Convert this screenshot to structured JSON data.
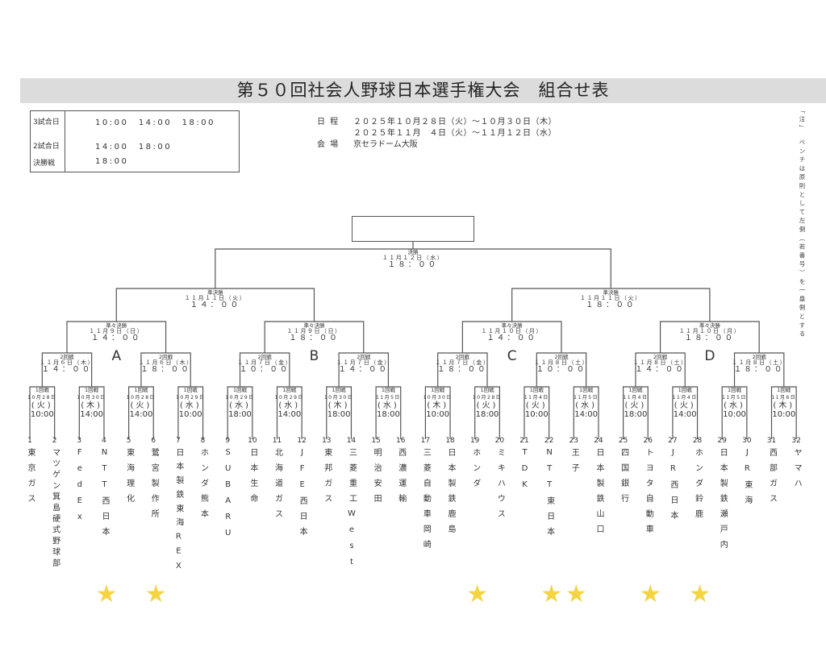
{
  "title": "第５０回社会人野球日本選手権大会　組合せ表",
  "schedule": [
    {
      "label": "3試合日",
      "times": "10:00　14:00　18:00"
    },
    {
      "label": "2試合日",
      "times": "14:00　18:00"
    },
    {
      "label": "決勝戦",
      "times": "18:00"
    }
  ],
  "info": {
    "dates_label": "日 程",
    "dates_1": "２０２５年１０月２８日（火）～１０月３０日（木）",
    "dates_2": "２０２５年１１月　４日（火）～１１月１２日（水）",
    "venue_label": "会 場",
    "venue": "京セラドーム大阪"
  },
  "note": "「注」　ベンチは原則として左側（若番号）を一塁側とする",
  "final": {
    "round": "決勝",
    "date": "１１月１２日（水）",
    "time": "１８：００"
  },
  "semifinals": [
    {
      "round": "準決勝",
      "date": "１１月１１日（火）",
      "time": "１４：００"
    },
    {
      "round": "準決勝",
      "date": "１１月１１日（火）",
      "time": "１８：００"
    }
  ],
  "quarterfinals": [
    {
      "round": "準々決勝",
      "date": "１１月９日（日）",
      "time": "１４：００"
    },
    {
      "round": "準々決勝",
      "date": "１１月９日（日）",
      "time": "１８：００"
    },
    {
      "round": "準々決勝",
      "date": "１１月１０日（月）",
      "time": "１４：００"
    },
    {
      "round": "準々決勝",
      "date": "１１月１０日（月）",
      "time": "１８：００"
    }
  ],
  "regions": [
    "A",
    "B",
    "C",
    "D"
  ],
  "round2": [
    {
      "round": "2回戦",
      "date": "１１月６日（木）",
      "time": "１４：００"
    },
    {
      "round": "2回戦",
      "date": "１１月６日（木）",
      "time": "１８：００"
    },
    {
      "round": "2回戦",
      "date": "１１月７日（金）",
      "time": "１０：００"
    },
    {
      "round": "2回戦",
      "date": "１１月７日（金）",
      "time": "１４：００"
    },
    {
      "round": "2回戦",
      "date": "１１月７日（金）",
      "time": "１８：００"
    },
    {
      "round": "2回戦",
      "date": "１１月８日（土）",
      "time": "１０：００"
    },
    {
      "round": "2回戦",
      "date": "１１月８日（土）",
      "time": "１４：００"
    },
    {
      "round": "2回戦",
      "date": "１１月８日（土）",
      "time": "１８：００"
    }
  ],
  "round1": [
    {
      "round": "1回戦",
      "date": "10月28日",
      "day": "(火)",
      "time": "10:00"
    },
    {
      "round": "1回戦",
      "date": "10月30日",
      "day": "(木)",
      "time": "14:00"
    },
    {
      "round": "1回戦",
      "date": "10月28日",
      "day": "(火)",
      "time": "14:00"
    },
    {
      "round": "1回戦",
      "date": "10月29日",
      "day": "(水)",
      "time": "10:00"
    },
    {
      "round": "1回戦",
      "date": "10月29日",
      "day": "(水)",
      "time": "18:00"
    },
    {
      "round": "1回戦",
      "date": "10月29日",
      "day": "(水)",
      "time": "14:00"
    },
    {
      "round": "1回戦",
      "date": "10月30日",
      "day": "(木)",
      "time": "18:00"
    },
    {
      "round": "1回戦",
      "date": "11月5日",
      "day": "(水)",
      "time": "18:00"
    },
    {
      "round": "1回戦",
      "date": "10月30日",
      "day": "(木)",
      "time": "10:00"
    },
    {
      "round": "1回戦",
      "date": "10月28日",
      "day": "(火)",
      "time": "18:00"
    },
    {
      "round": "1回戦",
      "date": "11月4日",
      "day": "(火)",
      "time": "10:00"
    },
    {
      "round": "1回戦",
      "date": "11月5日",
      "day": "(水)",
      "time": "14:00"
    },
    {
      "round": "1回戦",
      "date": "11月4日",
      "day": "(火)",
      "time": "18:00"
    },
    {
      "round": "1回戦",
      "date": "11月4日",
      "day": "(火)",
      "time": "14:00"
    },
    {
      "round": "1回戦",
      "date": "11月5日",
      "day": "(水)",
      "time": "10:00"
    },
    {
      "round": "1回戦",
      "date": "11月6日",
      "day": "(木)",
      "time": "10:00"
    }
  ],
  "teams": [
    {
      "no": "1",
      "name": "東京ガス"
    },
    {
      "no": "2",
      "name": "マツゲン箕島硬式野球部"
    },
    {
      "no": "3",
      "name": "FedEx"
    },
    {
      "no": "4",
      "name": "NTT西日本"
    },
    {
      "no": "5",
      "name": "東海理化"
    },
    {
      "no": "6",
      "name": "鷺宮製作所"
    },
    {
      "no": "7",
      "name": "日本製鉄東海REX"
    },
    {
      "no": "8",
      "name": "ホンダ熊本"
    },
    {
      "no": "9",
      "name": "SUBARU"
    },
    {
      "no": "10",
      "name": "日本生命"
    },
    {
      "no": "11",
      "name": "北海道ガス"
    },
    {
      "no": "12",
      "name": "JFE西日本"
    },
    {
      "no": "13",
      "name": "東邦ガス"
    },
    {
      "no": "14",
      "name": "三菱重工West"
    },
    {
      "no": "15",
      "name": "明治安田"
    },
    {
      "no": "16",
      "name": "西濃運輸"
    },
    {
      "no": "17",
      "name": "三菱自動車岡崎"
    },
    {
      "no": "18",
      "name": "日本製鉄鹿島"
    },
    {
      "no": "19",
      "name": "ホンダ"
    },
    {
      "no": "20",
      "name": "ミキハウス"
    },
    {
      "no": "21",
      "name": "TDK"
    },
    {
      "no": "22",
      "name": "NTT東日本"
    },
    {
      "no": "23",
      "name": "王子"
    },
    {
      "no": "24",
      "name": "日本製鉄山口"
    },
    {
      "no": "25",
      "name": "四国銀行"
    },
    {
      "no": "26",
      "name": "トヨタ自動車"
    },
    {
      "no": "27",
      "name": "JR西日本"
    },
    {
      "no": "28",
      "name": "ホンダ鈴鹿"
    },
    {
      "no": "29",
      "name": "日本製鉄瀬戸内"
    },
    {
      "no": "30",
      "name": "JR東海"
    },
    {
      "no": "31",
      "name": "西部ガス"
    },
    {
      "no": "32",
      "name": "ヤマハ"
    }
  ],
  "starred_teams": [
    4,
    6,
    19,
    22,
    23,
    26,
    28
  ],
  "colors": {
    "star": "#f5d442",
    "title_bar": "#dcdcdc",
    "line": "#555555"
  }
}
